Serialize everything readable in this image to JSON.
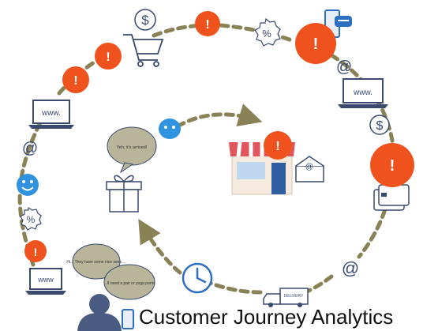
{
  "caption": "Customer Journey Analytics",
  "colors": {
    "path": "#8a8257",
    "alert": "#f0521e",
    "happy": "#2f93e0",
    "icon_stroke": "#3a4a6e",
    "icon_blue": "#2d6fc0",
    "bubble": "#b9b59a",
    "store_awning": "#e1555d",
    "person": "#4a5b82"
  },
  "icons": {
    "alert": "alert-badge-icon",
    "dollar": "dollar-coin-icon",
    "cart": "shopping-cart-icon",
    "percent": "percent-badge-icon",
    "phone": "smartphone-chat-icon",
    "at": "at-sign-icon",
    "laptop": "laptop-icon",
    "card": "credit-card-icon",
    "smiley": "smiley-icon",
    "gift": "gift-box-icon",
    "store": "storefront-icon",
    "email": "email-envelope-icon",
    "clock": "clock-icon",
    "truck": "delivery-truck-icon",
    "person": "customer-person-icon"
  },
  "alert_symbol": "!",
  "currency_symbol": "$",
  "at_symbol": "@",
  "percent_symbol": "%",
  "laptop_label": "www.",
  "laptop_label_bottom": "www",
  "truck_label": "DELIVERY",
  "bubbles": {
    "satisfied": "Yeh, it's arrived!",
    "question": "Hi... They have some nice sees....",
    "need": "...II need a pair or yoga pants"
  }
}
